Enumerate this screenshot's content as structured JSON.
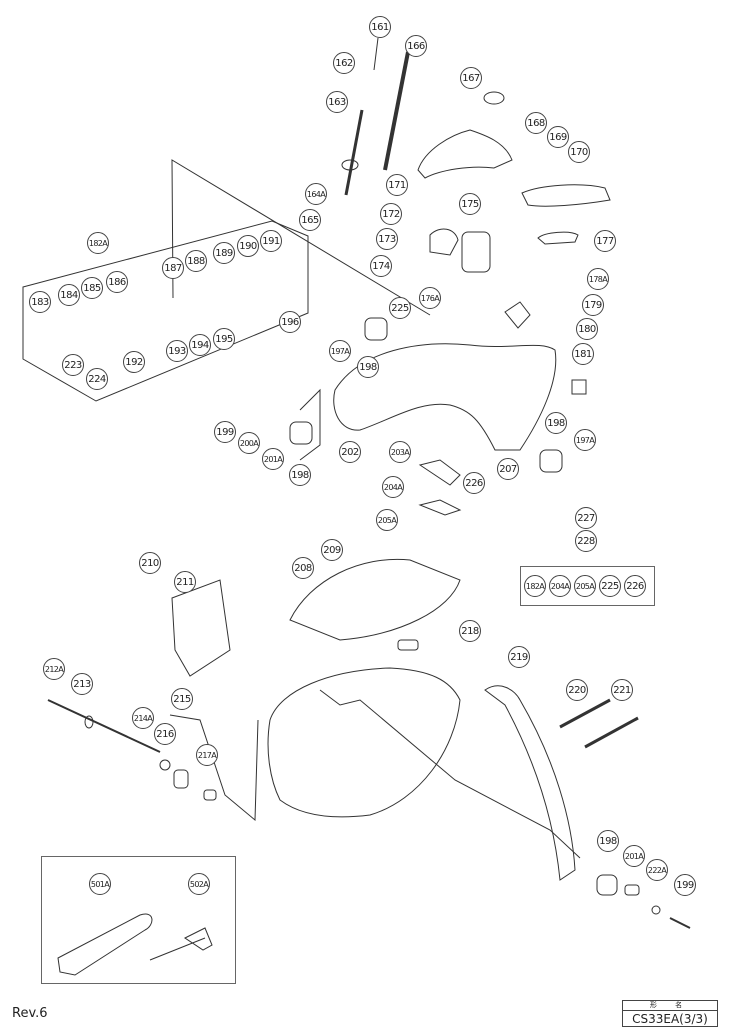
{
  "document": {
    "type": "exploded parts diagram",
    "revision": "Rev.6",
    "title_block": {
      "header": "形 名",
      "model": "CS33EA(3/3)"
    }
  },
  "callouts": [
    {
      "id": "161",
      "label": "161"
    },
    {
      "id": "162",
      "label": "162"
    },
    {
      "id": "163",
      "label": "163"
    },
    {
      "id": "164A",
      "label": "164A"
    },
    {
      "id": "165",
      "label": "165"
    },
    {
      "id": "166",
      "label": "166"
    },
    {
      "id": "167",
      "label": "167"
    },
    {
      "id": "168",
      "label": "168"
    },
    {
      "id": "169",
      "label": "169"
    },
    {
      "id": "170",
      "label": "170"
    },
    {
      "id": "171",
      "label": "171"
    },
    {
      "id": "172",
      "label": "172"
    },
    {
      "id": "173",
      "label": "173"
    },
    {
      "id": "174",
      "label": "174"
    },
    {
      "id": "175",
      "label": "175"
    },
    {
      "id": "176A",
      "label": "176A"
    },
    {
      "id": "177",
      "label": "177"
    },
    {
      "id": "178A",
      "label": "178A"
    },
    {
      "id": "179",
      "label": "179"
    },
    {
      "id": "180",
      "label": "180"
    },
    {
      "id": "181",
      "label": "181"
    },
    {
      "id": "182A",
      "label": "182A"
    },
    {
      "id": "183",
      "label": "183"
    },
    {
      "id": "184",
      "label": "184"
    },
    {
      "id": "185",
      "label": "185"
    },
    {
      "id": "186",
      "label": "186"
    },
    {
      "id": "187",
      "label": "187"
    },
    {
      "id": "188",
      "label": "188"
    },
    {
      "id": "189",
      "label": "189"
    },
    {
      "id": "190",
      "label": "190"
    },
    {
      "id": "191",
      "label": "191"
    },
    {
      "id": "192",
      "label": "192"
    },
    {
      "id": "193",
      "label": "193"
    },
    {
      "id": "194",
      "label": "194"
    },
    {
      "id": "195",
      "label": "195"
    },
    {
      "id": "196",
      "label": "196"
    },
    {
      "id": "197A_a",
      "label": "197A"
    },
    {
      "id": "198_a",
      "label": "198"
    },
    {
      "id": "199_a",
      "label": "199"
    },
    {
      "id": "200A",
      "label": "200A"
    },
    {
      "id": "201A_a",
      "label": "201A"
    },
    {
      "id": "198_b",
      "label": "198"
    },
    {
      "id": "202",
      "label": "202"
    },
    {
      "id": "203A",
      "label": "203A"
    },
    {
      "id": "204A",
      "label": "204A"
    },
    {
      "id": "205A",
      "label": "205A"
    },
    {
      "id": "207",
      "label": "207"
    },
    {
      "id": "226",
      "label": "226"
    },
    {
      "id": "198_c",
      "label": "198"
    },
    {
      "id": "197A_b",
      "label": "197A"
    },
    {
      "id": "223",
      "label": "223"
    },
    {
      "id": "224",
      "label": "224"
    },
    {
      "id": "225",
      "label": "225"
    },
    {
      "id": "227",
      "label": "227"
    },
    {
      "id": "228",
      "label": "228"
    },
    {
      "id": "209",
      "label": "209"
    },
    {
      "id": "208",
      "label": "208"
    },
    {
      "id": "210",
      "label": "210"
    },
    {
      "id": "211",
      "label": "211"
    },
    {
      "id": "212A",
      "label": "212A"
    },
    {
      "id": "213",
      "label": "213"
    },
    {
      "id": "214A",
      "label": "214A"
    },
    {
      "id": "215",
      "label": "215"
    },
    {
      "id": "216",
      "label": "216"
    },
    {
      "id": "217A",
      "label": "217A"
    },
    {
      "id": "218",
      "label": "218"
    },
    {
      "id": "219",
      "label": "219"
    },
    {
      "id": "220",
      "label": "220"
    },
    {
      "id": "221",
      "label": "221"
    },
    {
      "id": "198_d",
      "label": "198"
    },
    {
      "id": "201A_b",
      "label": "201A"
    },
    {
      "id": "222A",
      "label": "222A"
    },
    {
      "id": "199_b",
      "label": "199"
    },
    {
      "id": "501A",
      "label": "501A"
    },
    {
      "id": "502A",
      "label": "502A"
    }
  ],
  "kit_228_contents": [
    "182A",
    "204A",
    "205A",
    "225",
    "226"
  ]
}
